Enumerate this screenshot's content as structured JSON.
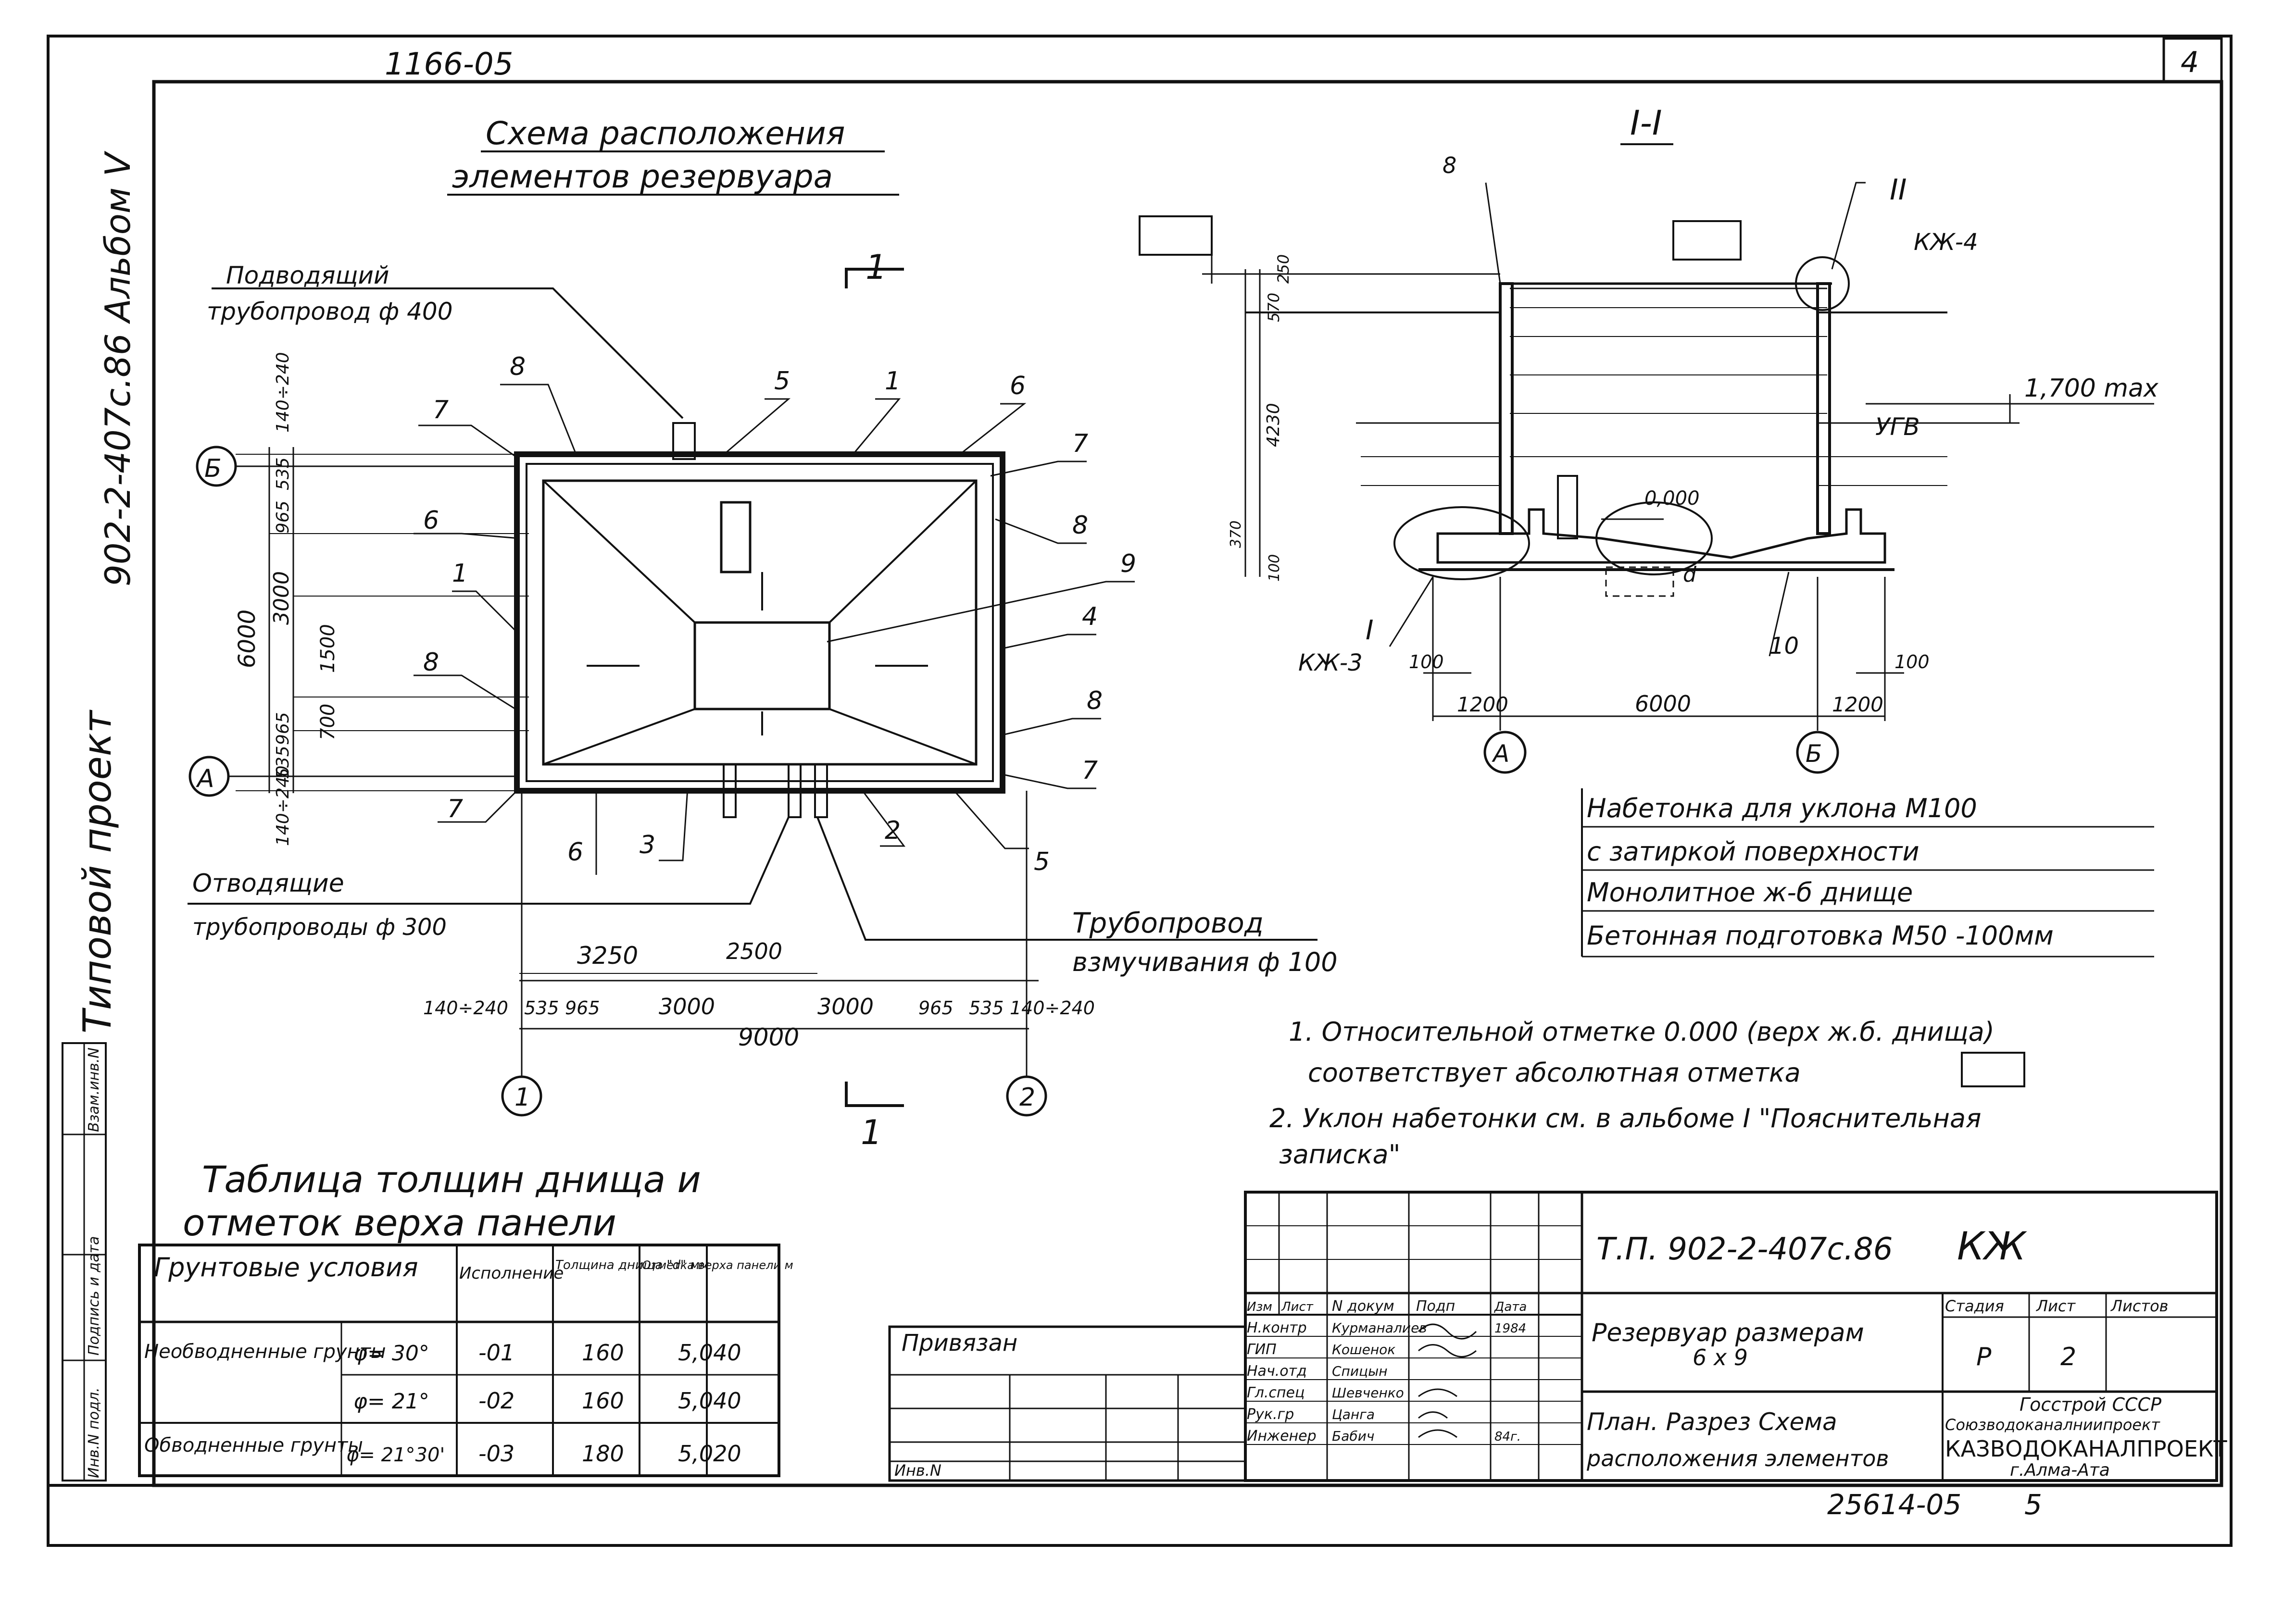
{
  "sheet": {
    "corner_code": "1166-05",
    "sheet_number": "4",
    "bottom_code": "25614-05",
    "bottom_page": "5",
    "side_album": "902-2-407с.86  Альбом V",
    "side_type": "Типовой проект",
    "side_boxes": [
      "Инв.N подл.",
      "Подпись и дата",
      "Взам.инв.N"
    ]
  },
  "plan": {
    "title_line1": "Схема расположения",
    "title_line2": "элементов резервуара",
    "inlet_line1": "Подводящий",
    "inlet_line2": "трубопровод ф 400",
    "outlet_line1": "Отводящие",
    "outlet_line2": "трубопроводы ф 300",
    "agitation_line1": "Трубопровод",
    "agitation_line2": "взмучивания ф 100",
    "section_mark": "1",
    "axis_a": "А",
    "axis_b": "Б",
    "axis_1": "1",
    "axis_2": "2",
    "left_dims": [
      "140÷240",
      "535",
      "965",
      "3000",
      "1500",
      "700",
      "965",
      "535",
      "140÷240",
      "6000"
    ],
    "bottom_dims": [
      "140÷240",
      "535",
      "965",
      "3000",
      "3000",
      "965",
      "535",
      "140÷240"
    ],
    "dim_3250": "3250",
    "dim_2500": "2500",
    "dim_9000": "9000",
    "callouts": [
      "8",
      "5",
      "1",
      "6",
      "7",
      "7",
      "8",
      "9",
      "4",
      "8",
      "7",
      "5",
      "2",
      "3",
      "6",
      "7",
      "6",
      "1",
      "8",
      "7"
    ]
  },
  "section": {
    "title": "I-I",
    "mark_8": "8",
    "mark_II": "II",
    "mark_KZh4": "КЖ-4",
    "mark_I": "I",
    "mark_KZh3": "КЖ-3",
    "mark_10": "10",
    "mark_d": "d",
    "gwl_label": "УГВ",
    "gwl_value": "1,700 max",
    "zero_mark": "0,000",
    "vert_dims": [
      "250",
      "570",
      "4230",
      "370",
      "100"
    ],
    "dim_100_left": "100",
    "dim_1200_left": "1200",
    "dim_6000": "6000",
    "dim_1200_right": "1200",
    "dim_100_right": "100",
    "axis_a": "А",
    "axis_b": "Б",
    "layers": [
      "Набетонка для уклона М100",
      "с затиркой поверхности",
      "Монолитное ж-б днище",
      "Бетонная подготовка М50 -100мм"
    ]
  },
  "notes": {
    "n1_line1": "1. Относительной отметке 0.000  (верх ж.б. днища)",
    "n1_line2": "соответствует абсолютная отметка",
    "n2_line1": "2. Уклон   набетонки   см.  в альбоме  I \"Пояснительная",
    "n2_line2": "записка\""
  },
  "table": {
    "title_line1": "Таблица толщин днища и",
    "title_line2": "отметок верха панели",
    "headers": [
      "Грунтовые условия",
      "Исполнение",
      "Толщина днища \"d\" мм",
      "Отметка верха панели м"
    ],
    "rows": [
      {
        "soil": "Необводненные грунты",
        "phi": "φ= 30°",
        "exec": "-01",
        "d": "160",
        "mark": "5,040"
      },
      {
        "soil": "",
        "phi": "φ= 21°",
        "exec": "-02",
        "d": "160",
        "mark": "5,040"
      },
      {
        "soil": "Обводненные грунты",
        "phi": "φ= 21°30'",
        "exec": "-03",
        "d": "180",
        "mark": "5,020"
      }
    ]
  },
  "stamp": {
    "privyazan": "Привязан",
    "inv": "Инв.N",
    "doc_code": "Т.П. 902-2-407с.86",
    "doc_mark": "КЖ",
    "header_cols": [
      "Изм",
      "Лист",
      "N докум",
      "Подп",
      "Дата"
    ],
    "roles": [
      "Н.контр",
      "ГИП",
      "Нач.отд",
      "Гл.спец",
      "Рук.гр",
      "Инженер"
    ],
    "names": [
      "Курманалиев",
      "Кошенок",
      "Спицын",
      "Шевченко",
      "Цанга",
      "Бабич"
    ],
    "dates": [
      "1984",
      "",
      "",
      "",
      "",
      "84г."
    ],
    "object_line1": "Резервуар размерам",
    "object_line2": "6 х 9",
    "sheet_title_line1": "План. Разрез  Схема",
    "sheet_title_line2": "расположения элементов",
    "stage_h": "Стадия",
    "sheet_h": "Лист",
    "sheets_h": "Листов",
    "stage": "Р",
    "sheet": "2",
    "sheets": "",
    "org_line1": "Госстрой СССР",
    "org_line2": "Союзводоканалниипроект",
    "org_line3": "КАЗВОДОКАНАЛПРОЕКТ",
    "org_line4": "г.Алма-Ата"
  }
}
